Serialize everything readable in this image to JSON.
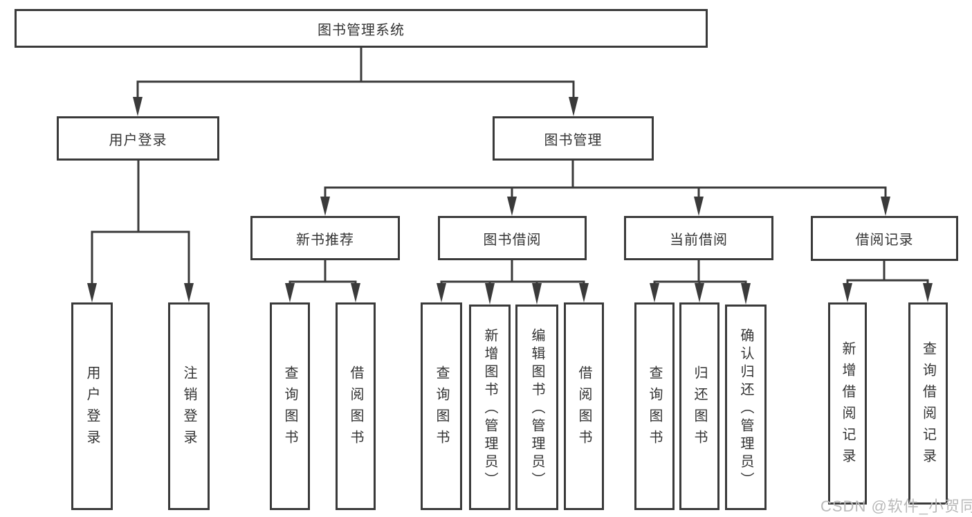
{
  "diagram_type": "hierarchy-tree",
  "tree": {
    "label": "图书管理系统",
    "children": [
      {
        "label": "用户登录",
        "children": [
          {
            "label": "用户登录"
          },
          {
            "label": "注销登录"
          }
        ]
      },
      {
        "label": "图书管理",
        "children": [
          {
            "label": "新书推荐",
            "children": [
              {
                "label": "查询图书"
              },
              {
                "label": "借阅图书"
              }
            ]
          },
          {
            "label": "图书借阅",
            "children": [
              {
                "label": "查询图书"
              },
              {
                "label": "新增图书（管理员）"
              },
              {
                "label": "编辑图书（管理员）"
              },
              {
                "label": "借阅图书"
              }
            ]
          },
          {
            "label": "当前借阅",
            "children": [
              {
                "label": "查询图书"
              },
              {
                "label": "归还图书"
              },
              {
                "label": "确认归还（管理员）"
              }
            ]
          },
          {
            "label": "借阅记录",
            "children": [
              {
                "label": "新增借阅记录"
              },
              {
                "label": "查询借阅记录"
              }
            ]
          }
        ]
      }
    ]
  },
  "watermark": "CSDN @软件_小贺同学",
  "colors": {
    "line": "#3a3a3a",
    "box_border": "#3a3a3a",
    "text": "#333333",
    "watermark": "#b9b9b9",
    "background": "#ffffff"
  }
}
